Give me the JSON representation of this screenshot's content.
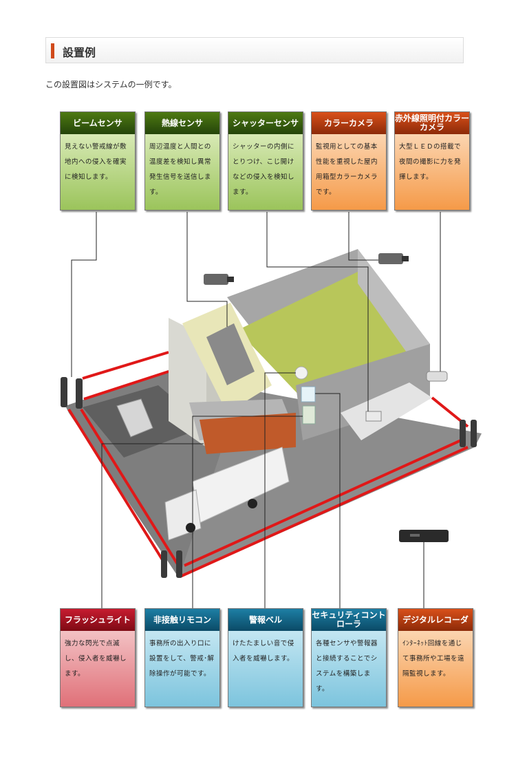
{
  "heading": {
    "title": "設置例"
  },
  "intro": "この設置図はシステムの一例です。",
  "top_boxes": [
    {
      "title": "ビームセンサ",
      "body": "見えない警戒線が敷地内への侵入を確実に検知します。"
    },
    {
      "title": "熱線センサ",
      "body": "周辺温度と人間との温度差を検知し異常発生信号を送信します。"
    },
    {
      "title": "シャッターセンサ",
      "body": "シャッターの内側にとりつけ、こじ開けなどの侵入を検知します。"
    },
    {
      "title": "カラーカメラ",
      "body": "監視用としての基本性能を重視した屋内用箱型カラーカメラです。"
    },
    {
      "title": "赤外線照明付カラーカメラ",
      "body": "大型ＬＥＤの搭載で夜間の撮影に力を発揮します。"
    }
  ],
  "bottom_boxes": [
    {
      "title": "フラッシュライト",
      "body": "強力な閃光で点滅し、侵入者を威嚇します。"
    },
    {
      "title": "非接触リモコン",
      "body": "事務所の出入り口に設置をして、警戒･解除操作が可能です。"
    },
    {
      "title": "警報ベル",
      "body": "けたたましい音で侵入者を威嚇します。"
    },
    {
      "title": "セキュリティコントローラ",
      "body": "各種センサや警報器と接続することでシステムを構築します。"
    },
    {
      "title": "デジタルレコーダ",
      "body": "ｲﾝﾀｰﾈｯﾄ回線を通じて事務所や工場を遠隔監視します。"
    }
  ],
  "colors": {
    "green": "#3f6b10",
    "orange": "#c8481a",
    "red": "#b01a2a",
    "blue": "#166e92",
    "fence": "#e01818"
  }
}
